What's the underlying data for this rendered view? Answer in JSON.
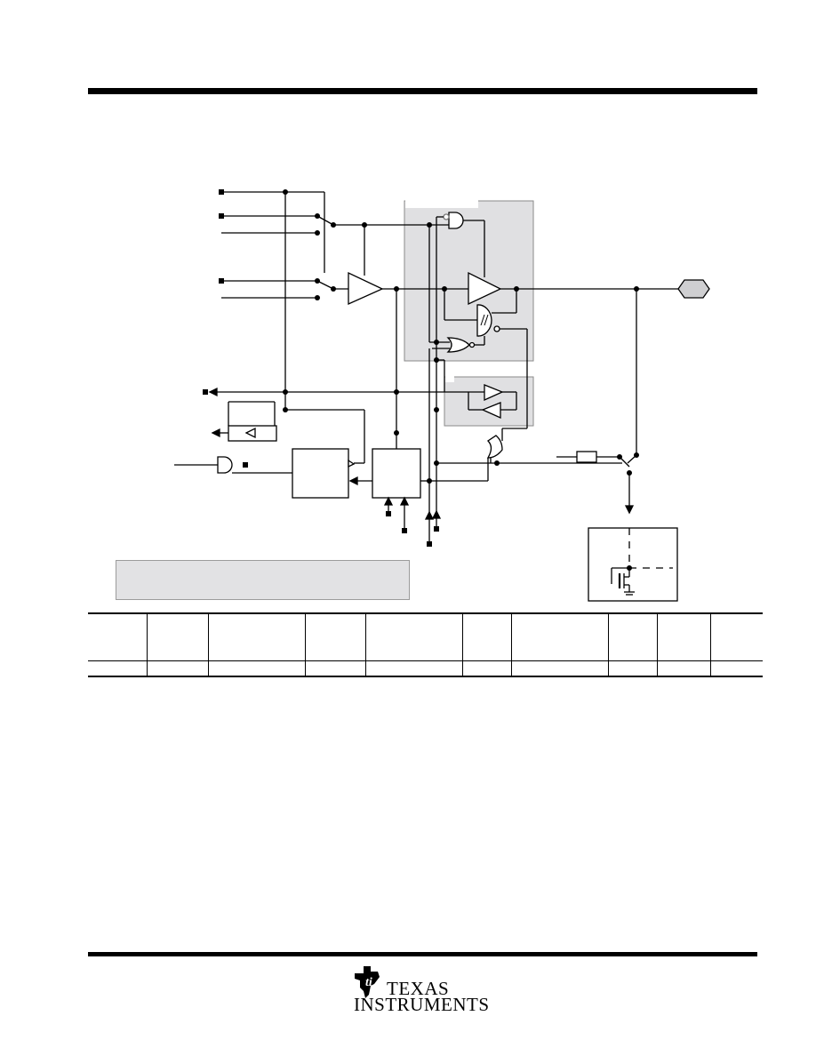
{
  "brand": {
    "line1": "TEXAS",
    "line2": "INSTRUMENTS"
  },
  "table": {
    "columns": 10
  }
}
